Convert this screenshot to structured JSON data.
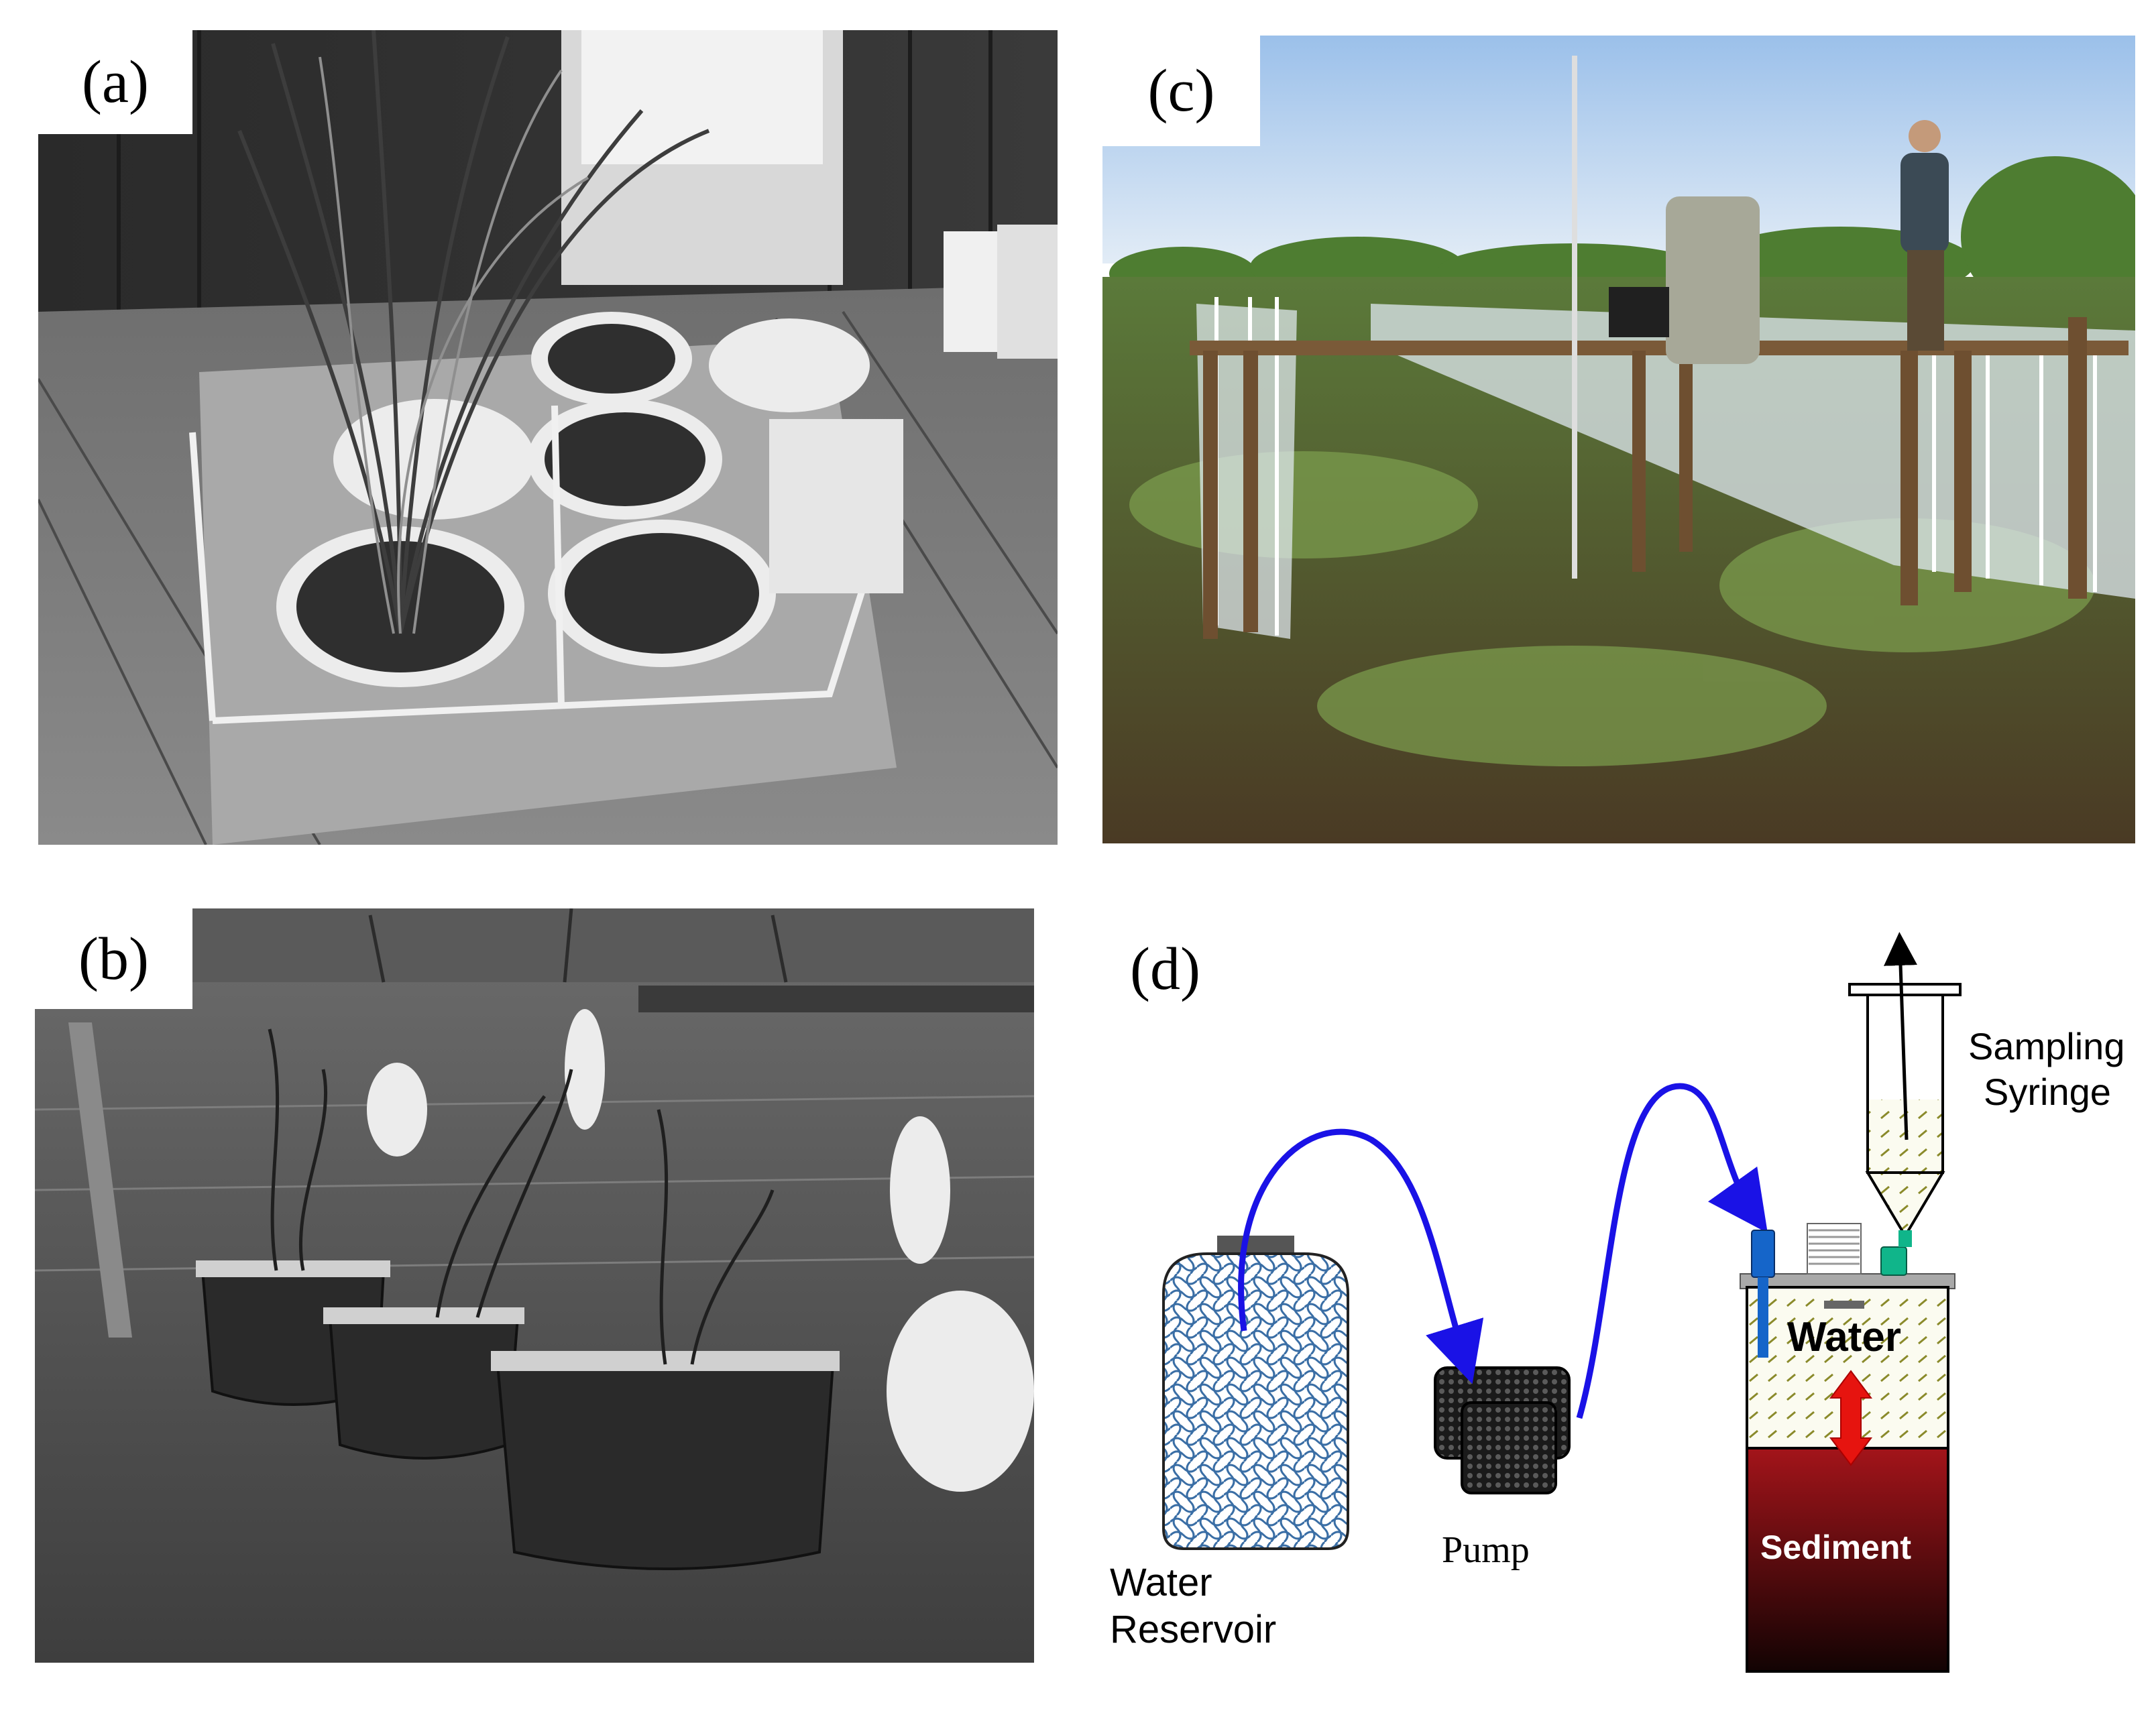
{
  "panels": {
    "a": {
      "label": "(a)",
      "content": "photo"
    },
    "b": {
      "label": "(b)",
      "content": "photo"
    },
    "c": {
      "label": "(c)",
      "content": "photo"
    },
    "d": {
      "label": "(d)",
      "content": "diagram",
      "texts": {
        "reservoir_line1": "Water",
        "reservoir_line2": "Reservoir",
        "pump": "Pump",
        "water": "Water",
        "sediment": "Sediment",
        "syringe_line1": "Sampling",
        "syringe_line2": "Syringe"
      },
      "colors": {
        "tube": "#1a12e6",
        "sediment_top": "#a3141a",
        "sediment_bottom": "#120303",
        "arrow": "#e6140f",
        "inlet": "#1565c9",
        "outlet": "#10b58a"
      }
    }
  }
}
